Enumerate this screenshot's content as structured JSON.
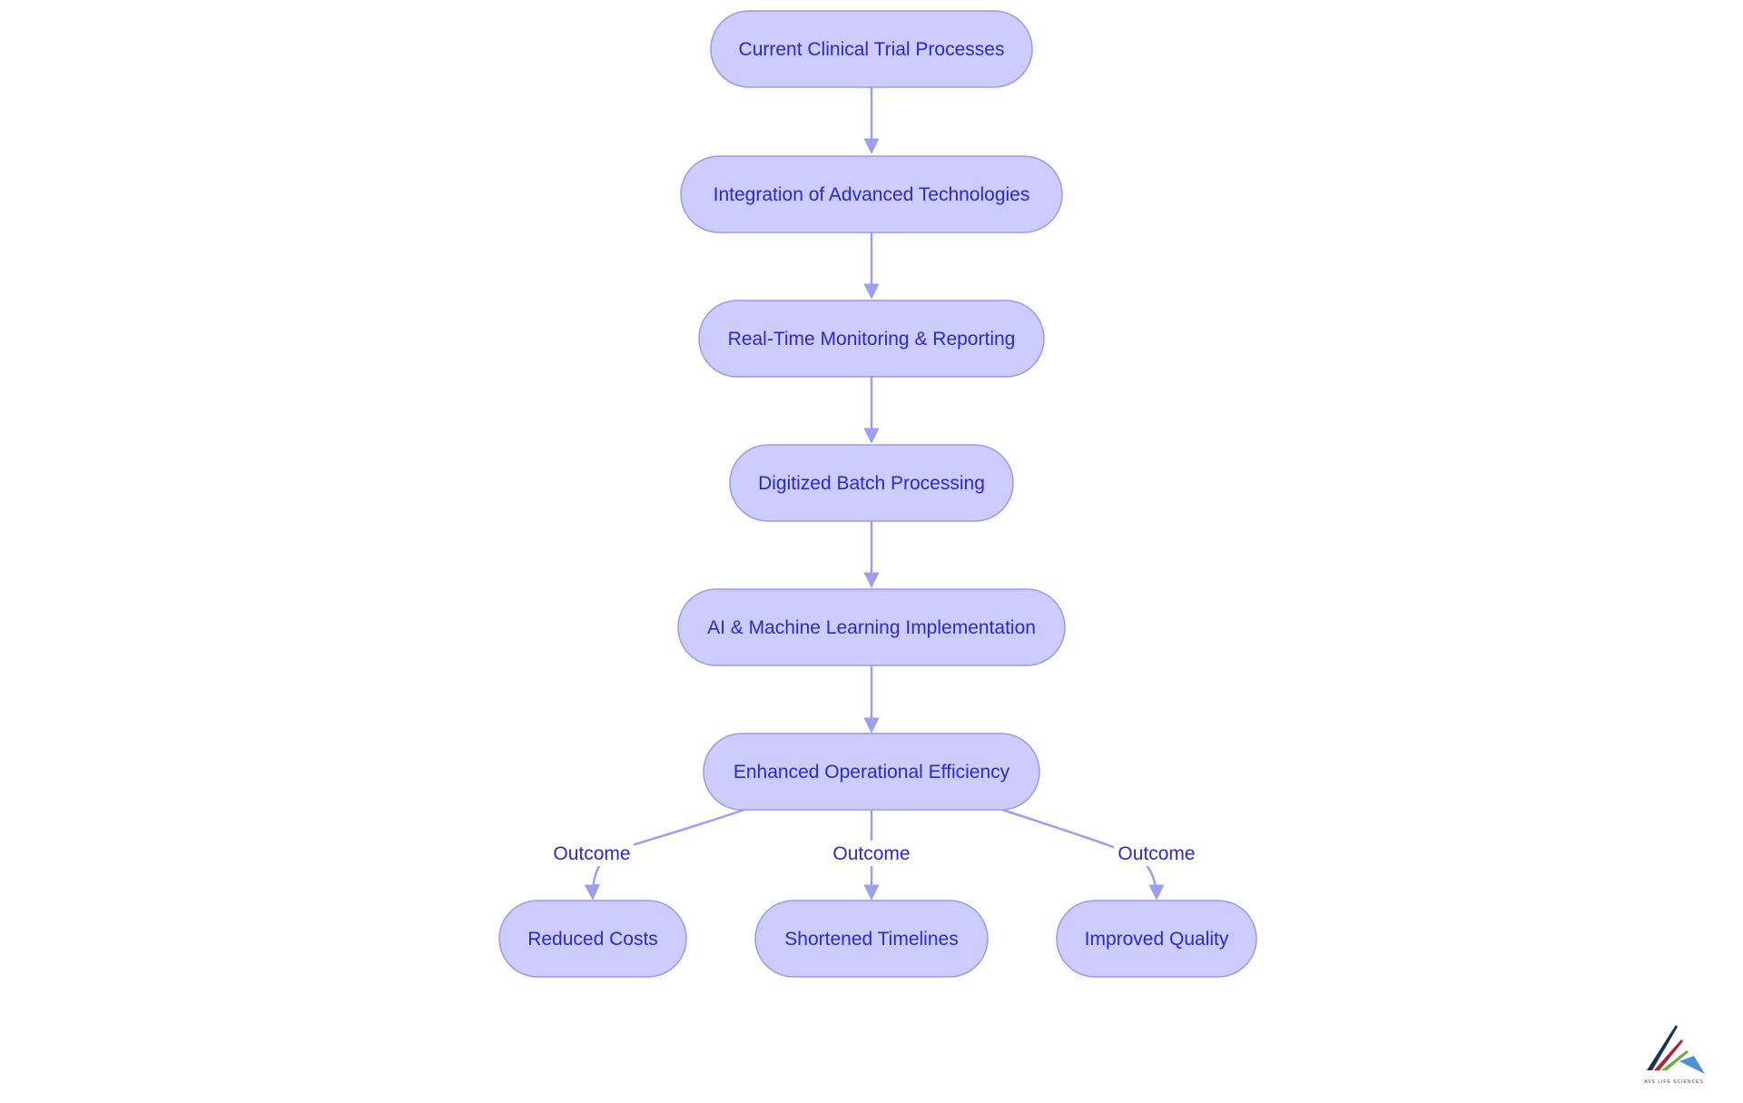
{
  "diagram": {
    "nodes": [
      {
        "id": "current-clinical-trial-processes",
        "label": "Current Clinical Trial Processes"
      },
      {
        "id": "integration-of-advanced-technologies",
        "label": "Integration of Advanced Technologies"
      },
      {
        "id": "real-time-monitoring-reporting",
        "label": "Real-Time Monitoring & Reporting"
      },
      {
        "id": "digitized-batch-processing",
        "label": "Digitized Batch Processing"
      },
      {
        "id": "ai-machine-learning-implementation",
        "label": "AI & Machine Learning Implementation"
      },
      {
        "id": "enhanced-operational-efficiency",
        "label": "Enhanced Operational Efficiency"
      },
      {
        "id": "reduced-costs",
        "label": "Reduced Costs"
      },
      {
        "id": "shortened-timelines",
        "label": "Shortened Timelines"
      },
      {
        "id": "improved-quality",
        "label": "Improved Quality"
      }
    ],
    "edges": [
      {
        "from": "current-clinical-trial-processes",
        "to": "integration-of-advanced-technologies",
        "label": ""
      },
      {
        "from": "integration-of-advanced-technologies",
        "to": "real-time-monitoring-reporting",
        "label": ""
      },
      {
        "from": "real-time-monitoring-reporting",
        "to": "digitized-batch-processing",
        "label": ""
      },
      {
        "from": "digitized-batch-processing",
        "to": "ai-machine-learning-implementation",
        "label": ""
      },
      {
        "from": "ai-machine-learning-implementation",
        "to": "enhanced-operational-efficiency",
        "label": ""
      },
      {
        "from": "enhanced-operational-efficiency",
        "to": "reduced-costs",
        "label": "Outcome"
      },
      {
        "from": "enhanced-operational-efficiency",
        "to": "shortened-timelines",
        "label": "Outcome"
      },
      {
        "from": "enhanced-operational-efficiency",
        "to": "improved-quality",
        "label": "Outcome"
      }
    ]
  },
  "logo": {
    "caption": "AVS LIFE SCIENCES",
    "colors": [
      "#1a2f5c",
      "#b5202e",
      "#6aaa3a",
      "#4a90d9"
    ]
  },
  "colors": {
    "node_fill": "#ccccff",
    "node_stroke": "#9999ee",
    "text": "#2a2acc",
    "edge": "#9ba0ee"
  }
}
